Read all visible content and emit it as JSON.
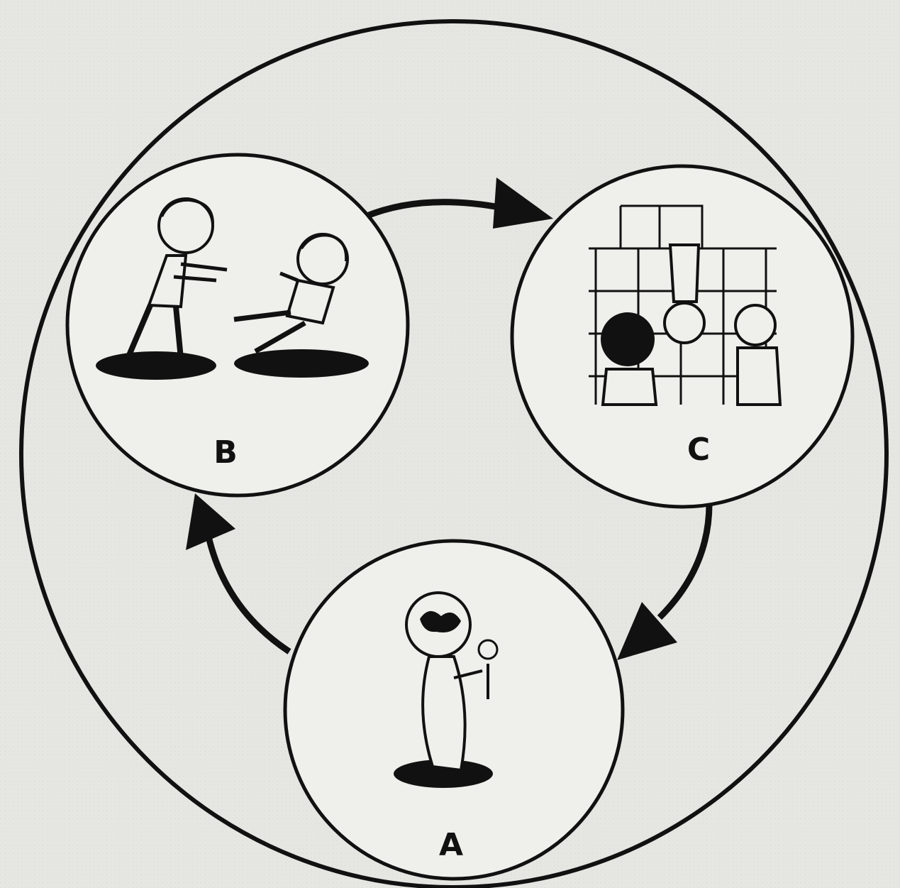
{
  "diagram": {
    "ink_color": "#111111",
    "paper_color": "#e6e6e3",
    "stages": [
      {
        "id": "A",
        "label": "A",
        "scene": "infant-holding-rattle-dreaming"
      },
      {
        "id": "B",
        "label": "B",
        "scene": "child-pushing-another-child"
      },
      {
        "id": "C",
        "label": "C",
        "scene": "children-on-jungle-gym"
      }
    ],
    "cycle": [
      "A",
      "B",
      "C",
      "A"
    ]
  }
}
